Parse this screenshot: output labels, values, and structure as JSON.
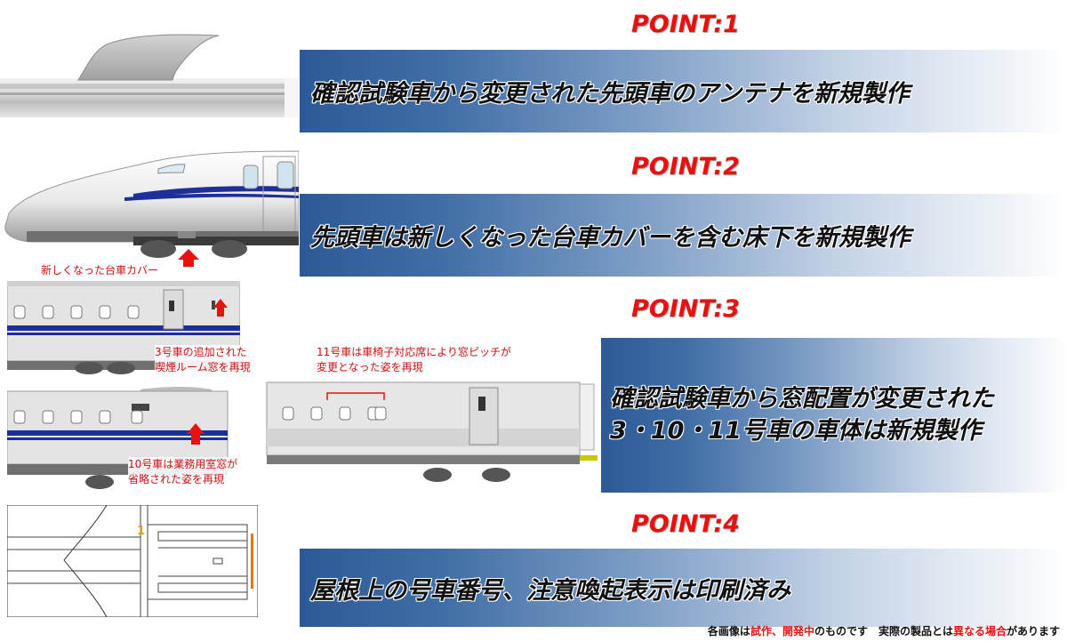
{
  "points": [
    {
      "label": "POINT:1",
      "text": "確認試験車から変更された先頭車のアンテナを新規製作"
    },
    {
      "label": "POINT:2",
      "text": "先頭車は新しくなった台車カバーを含む床下を新規製作"
    },
    {
      "label": "POINT:3",
      "text_line1": "確認試験車から窓配置が変更された",
      "text_line2": "3・10・11号車の車体は新規製作"
    },
    {
      "label": "POINT:4",
      "text": "屋根上の号車番号、注意喚起表示は印刷済み"
    }
  ],
  "callouts": {
    "bogie_cover": "新しくなった台車カバー",
    "car3_line1": "3号車の追加された",
    "car3_line2": "喫煙ルーム窓を再現",
    "car11_line1": "11号車は車椅子対応席により窓ピッチが",
    "car11_line2": "変更となった姿を再現",
    "car10_line1": "10号車は業務用室窓が",
    "car10_line2": "省略された姿を再現"
  },
  "roof_number": "1",
  "disclaimer": {
    "part1": "各画像は",
    "part2": "試作、開発中",
    "part3": "のものです　実際の製品とは",
    "part4": "異なる場合",
    "part5": "があります"
  },
  "colors": {
    "accent_red": "#e8110f",
    "banner_blue": "#2c5a96",
    "train_stripe": "#1c2f9a"
  }
}
